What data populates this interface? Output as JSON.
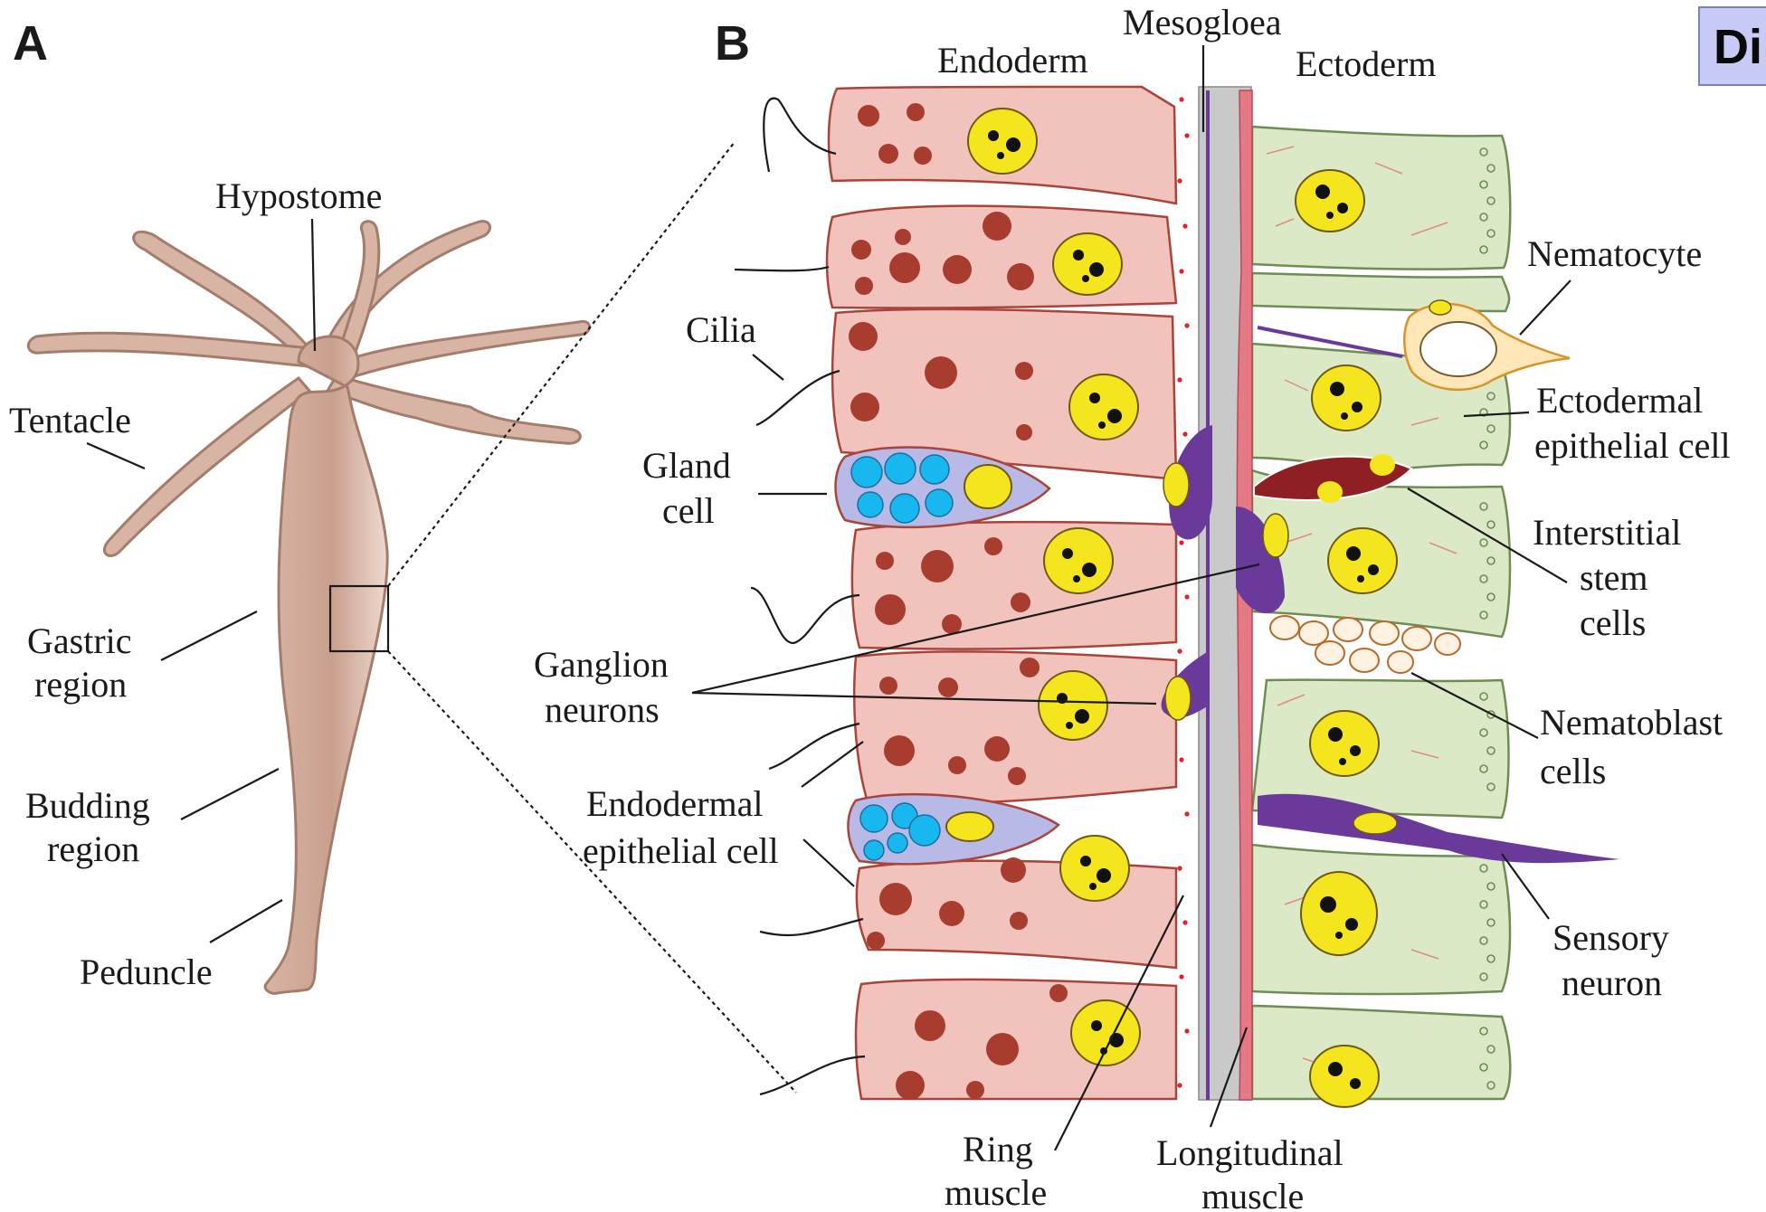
{
  "panel_a": {
    "letter": "A",
    "labels": {
      "hypostome": "Hypostome",
      "tentacle": "Tentacle",
      "gastric_1": "Gastric",
      "gastric_2": "region",
      "budding_1": "Budding",
      "budding_2": "region",
      "peduncle": "Peduncle"
    }
  },
  "panel_b": {
    "letter": "B",
    "labels": {
      "mesogloea": "Mesogloea",
      "endoderm": "Endoderm",
      "ectoderm": "Ectoderm",
      "cilia": "Cilia",
      "gland_1": "Gland",
      "gland_2": "cell",
      "ganglion_1": "Ganglion",
      "ganglion_2": "neurons",
      "endo_epi_1": "Endodermal",
      "endo_epi_2": "epithelial cell",
      "nematocyte": "Nematocyte",
      "ecto_epi_1": "Ectodermal",
      "ecto_epi_2": "epithelial cell",
      "interstitial_1": "Interstitial",
      "interstitial_2": "stem",
      "interstitial_3": "cells",
      "nematoblast_1": "Nematoblast",
      "nematoblast_2": "cells",
      "sensory_1": "Sensory",
      "sensory_2": "neuron",
      "ring_1": "Ring",
      "ring_2": "muscle",
      "longitudinal_1": "Longitudinal",
      "longitudinal_2": "muscle"
    }
  },
  "badge": {
    "text": "Di"
  },
  "colors": {
    "hydra_body": "#d8b4a4",
    "endoderm_cell": "#f2c3bd",
    "endoderm_outline": "#a8443a",
    "granule": "#a83c2e",
    "nucleus": "#f5e51e",
    "ectoderm_cell": "#dbe9c6",
    "ectoderm_outline": "#6e8d55",
    "mesogloea": "#c9c9c9",
    "muscle": "#e57a86",
    "neuron": "#6a3a9a",
    "gland_cell": "#b9b9e8",
    "gland_granule": "#19b7ef",
    "stem_cell": "#8e1f22",
    "badge_bg": "#c8cbf5"
  }
}
